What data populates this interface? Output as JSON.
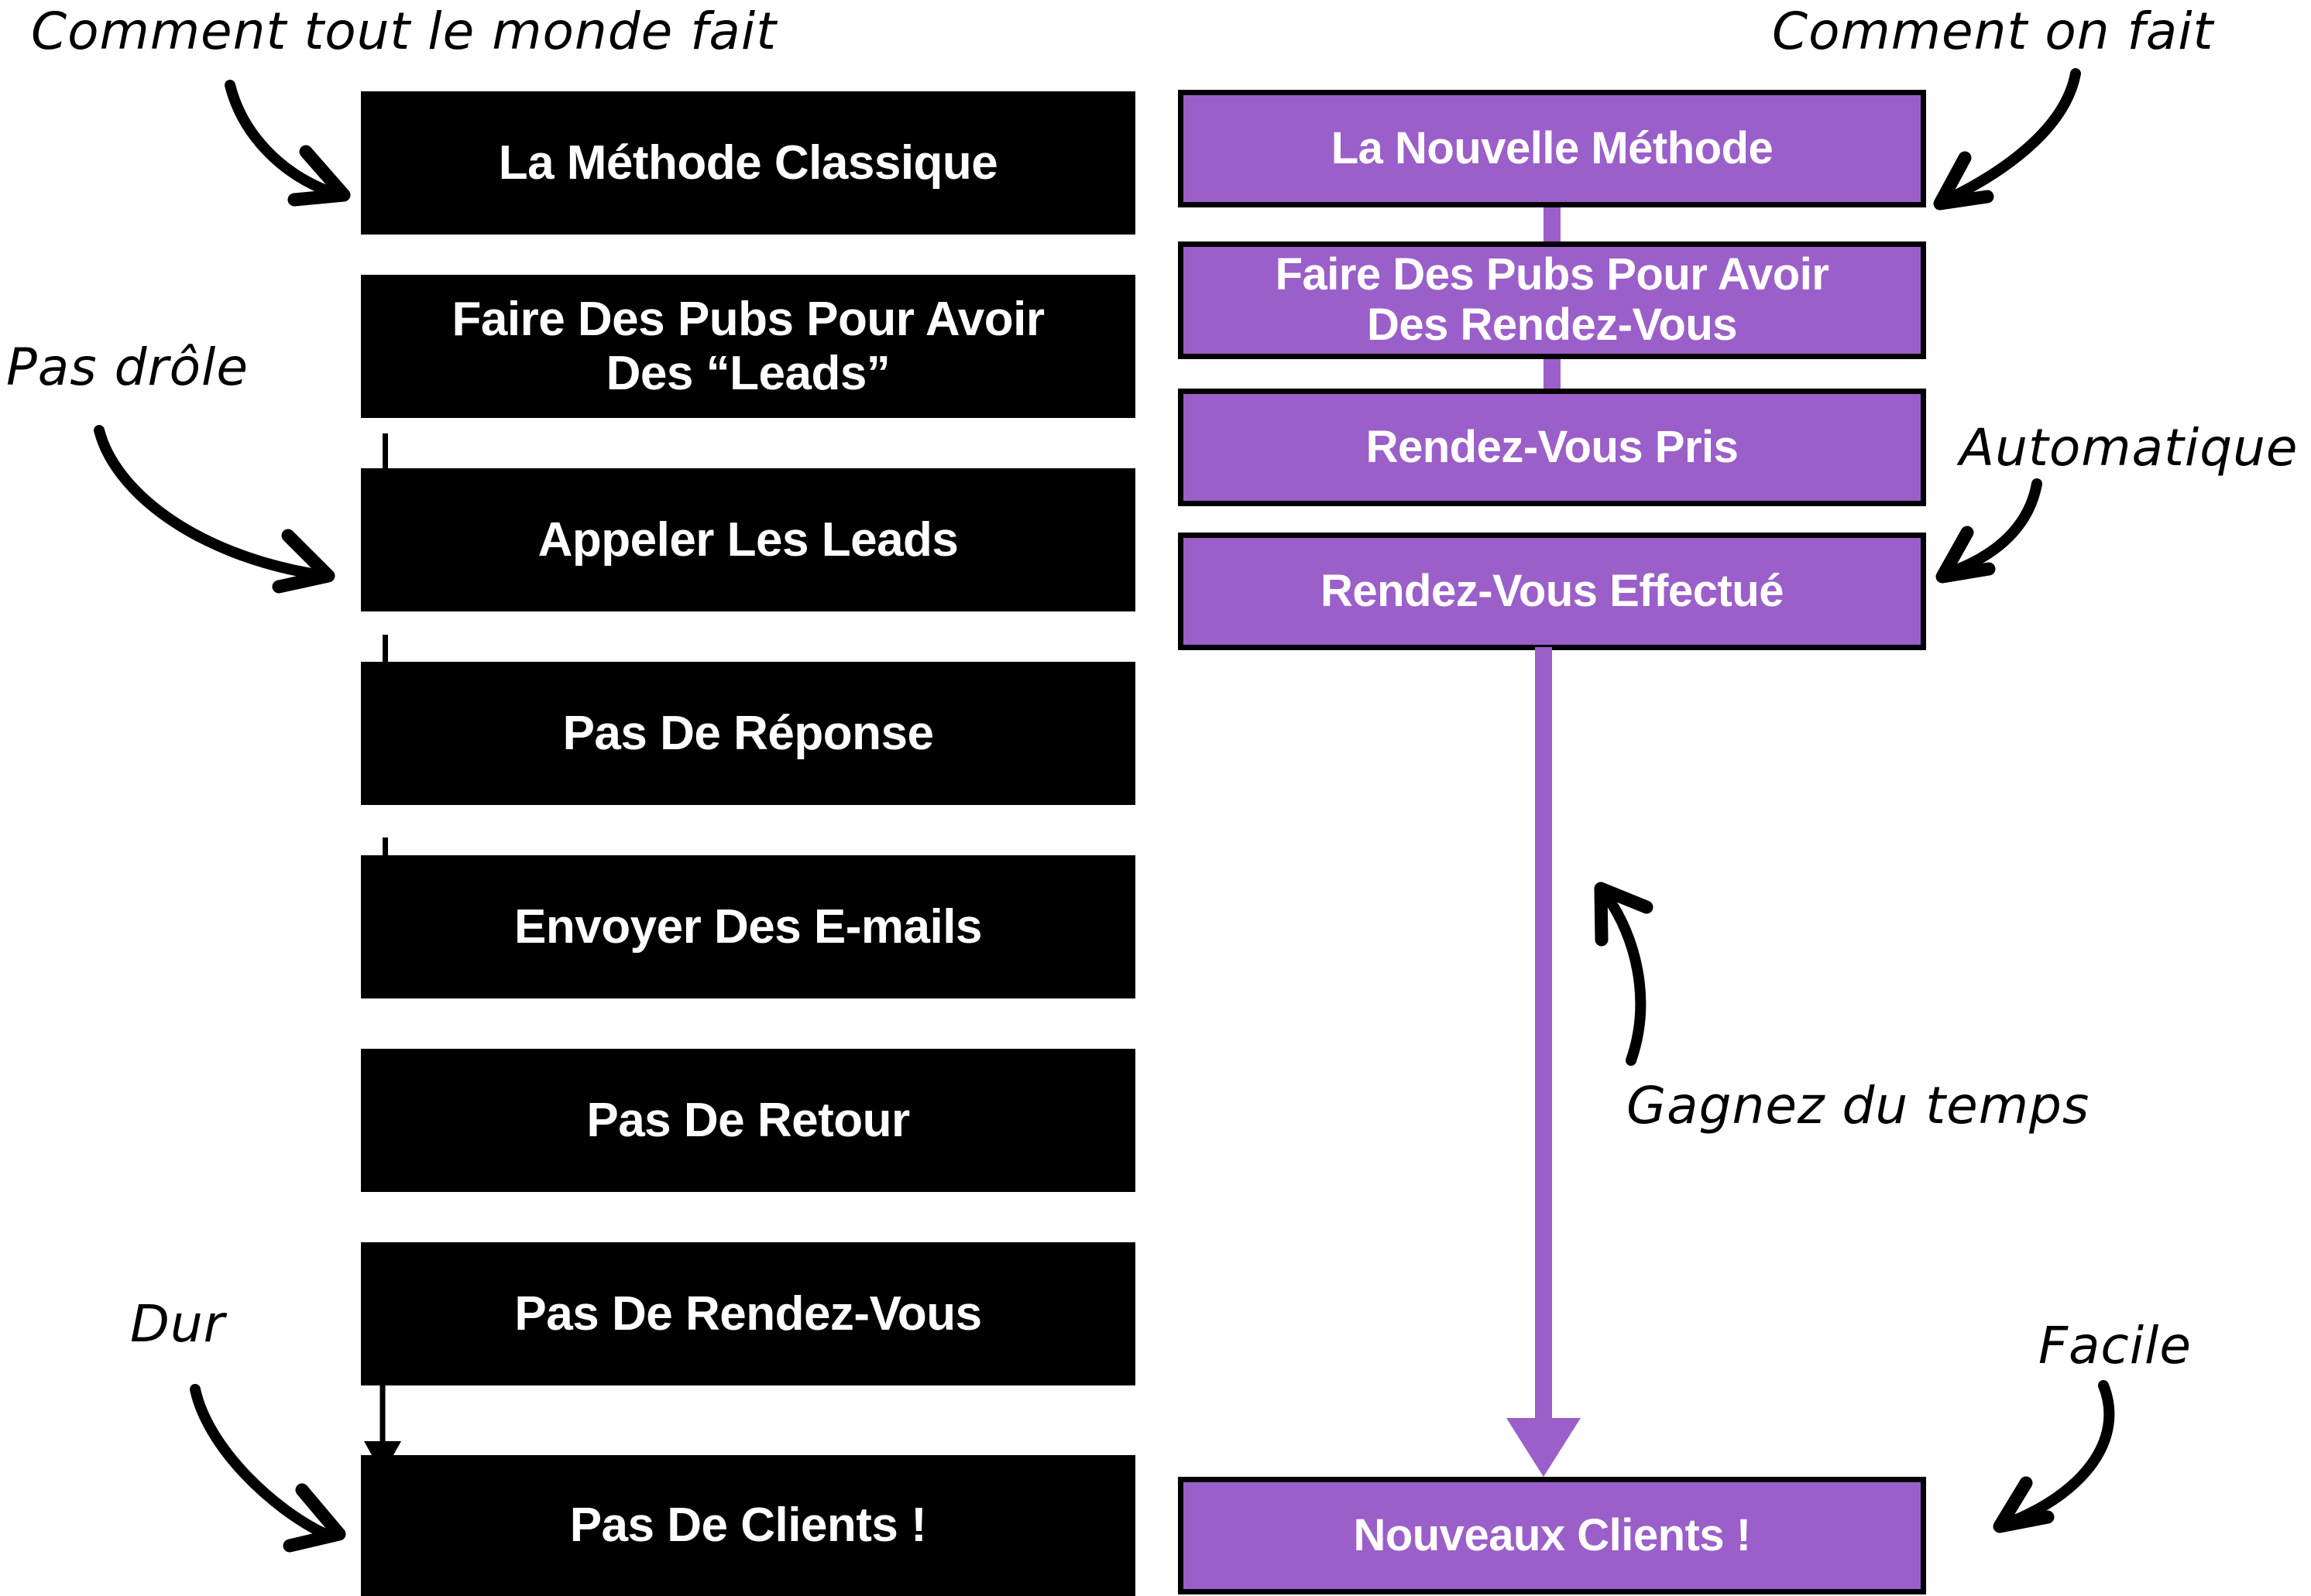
{
  "diagram": {
    "title_left": "La Méthode Classique",
    "title_right": "La Nouvelle Méthode",
    "theme": {
      "purple": "#9B5FC9",
      "black": "#000000",
      "white": "#FFFFFF",
      "background": "#FFFFFF"
    },
    "columns": [
      {
        "id": "classic",
        "style": "black",
        "header_note": "Comment tout le monde fait",
        "steps": [
          {
            "label": "La Méthode Classique"
          },
          {
            "label": "Faire Des Pubs Pour Avoir\nDes “Leads”"
          },
          {
            "label": "Appeler Les Leads"
          },
          {
            "label": "Pas De Réponse"
          },
          {
            "label": "Envoyer Des E-mails"
          },
          {
            "label": "Pas De Retour"
          },
          {
            "label": "Pas De Rendez-Vous"
          },
          {
            "label": "Pas De Clients !"
          }
        ]
      },
      {
        "id": "new",
        "style": "purple",
        "header_note": "Comment on fait",
        "steps": [
          {
            "label": "La Nouvelle Méthode"
          },
          {
            "label": "Faire Des Pubs Pour Avoir\nDes Rendez-Vous"
          },
          {
            "label": "Rendez-Vous Pris"
          },
          {
            "label": "Rendez-Vous Effectué"
          },
          {
            "label": "Nouveaux Clients !"
          }
        ]
      }
    ],
    "annotations": [
      {
        "id": "note-comment-tout-le-monde-fait",
        "text": "Comment tout le monde fait",
        "target": "La Méthode Classique"
      },
      {
        "id": "note-pas-drole",
        "text": "Pas drôle",
        "target": "Appeler Les Leads"
      },
      {
        "id": "note-dur",
        "text": "Dur",
        "target": "Pas De Clients !"
      },
      {
        "id": "note-comment-on-fait",
        "text": "Comment on fait",
        "target": "La Nouvelle Méthode"
      },
      {
        "id": "note-automatique",
        "text": "Automatique",
        "target": "Rendez-Vous Pris"
      },
      {
        "id": "note-gagnez-du-temps",
        "text": "Gagnez du temps",
        "target": "flow-connector"
      },
      {
        "id": "note-facile",
        "text": "Facile",
        "target": "Nouveaux Clients !"
      }
    ]
  }
}
